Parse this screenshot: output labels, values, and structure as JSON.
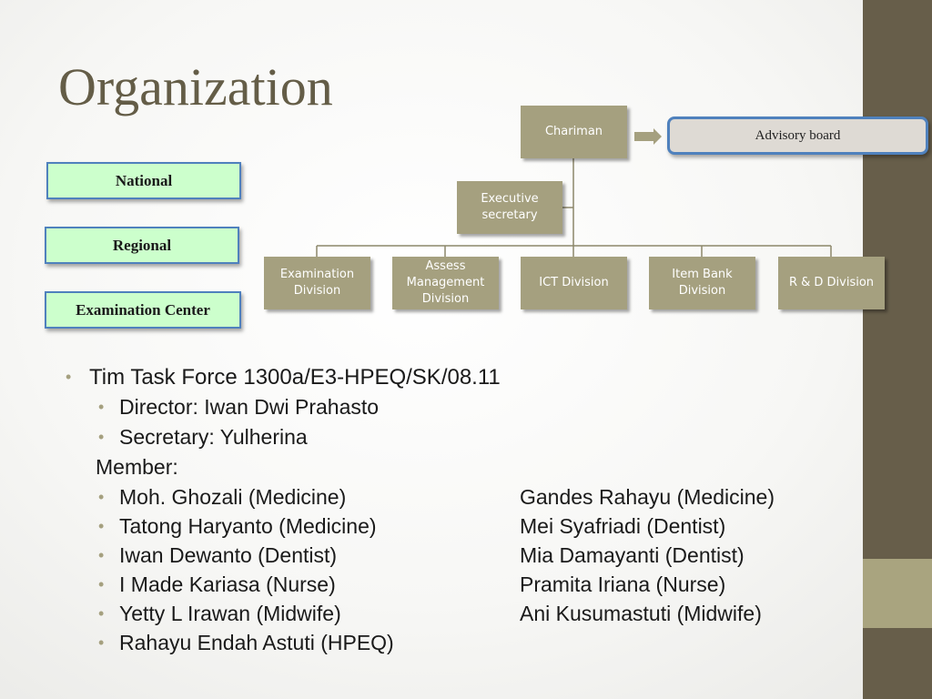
{
  "slide": {
    "title": "Organization",
    "levels": [
      "National",
      "Regional",
      "Examination Center"
    ],
    "org_chart": {
      "chairman": "Chariman",
      "advisory": "Advisory board",
      "executive": "Executive secretary",
      "divisions": [
        "Examination Division",
        "Assess Management Division",
        "ICT Division",
        "Item Bank Division",
        "R & D Division"
      ]
    },
    "bullets": {
      "task_force": "Tim Task Force 1300a/E3-HPEQ/SK/08.11",
      "director": "Director: Iwan Dwi Prahasto",
      "secretary": "Secretary:  Yulherina",
      "member_label": "Member:",
      "members_left": [
        "Moh. Ghozali (Medicine)",
        "Tatong Haryanto (Medicine)",
        "Iwan Dewanto (Dentist)",
        "I Made Kariasa (Nurse)",
        "Yetty L Irawan (Midwife)",
        "Rahayu  Endah  Astuti (HPEQ)"
      ],
      "members_right": [
        "Gandes Rahayu (Medicine)",
        "Mei Syafriadi (Dentist)",
        "Mia Damayanti (Dentist)",
        "Pramita Iriana (Nurse)",
        "Ani Kusumastuti (Midwife)"
      ]
    }
  },
  "colors": {
    "accent_bar": "#675e4a",
    "box_fill": "#a5a07f",
    "level_fill": "#ccffcc",
    "level_border": "#4f81bd"
  }
}
